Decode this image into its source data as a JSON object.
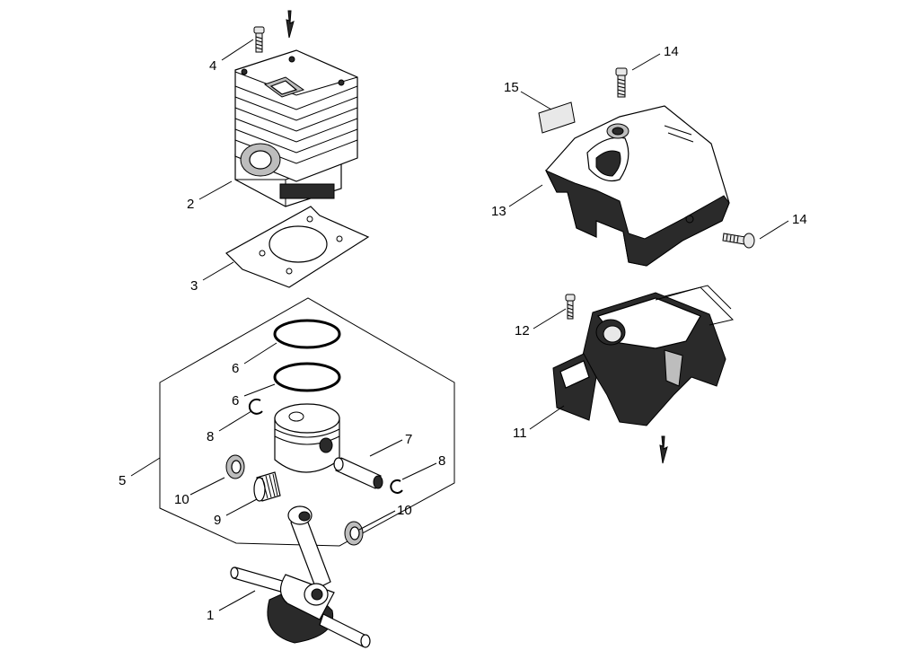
{
  "diagram": {
    "callouts": {
      "c1": "1",
      "c2": "2",
      "c3": "3",
      "c4": "4",
      "c5": "5",
      "c6a": "6",
      "c6b": "6",
      "c7": "7",
      "c8a": "8",
      "c8b": "8",
      "c9": "9",
      "c10a": "10",
      "c10b": "10",
      "c11": "11",
      "c12": "12",
      "c13": "13",
      "c14a": "14",
      "c14b": "14",
      "c15": "15"
    }
  }
}
